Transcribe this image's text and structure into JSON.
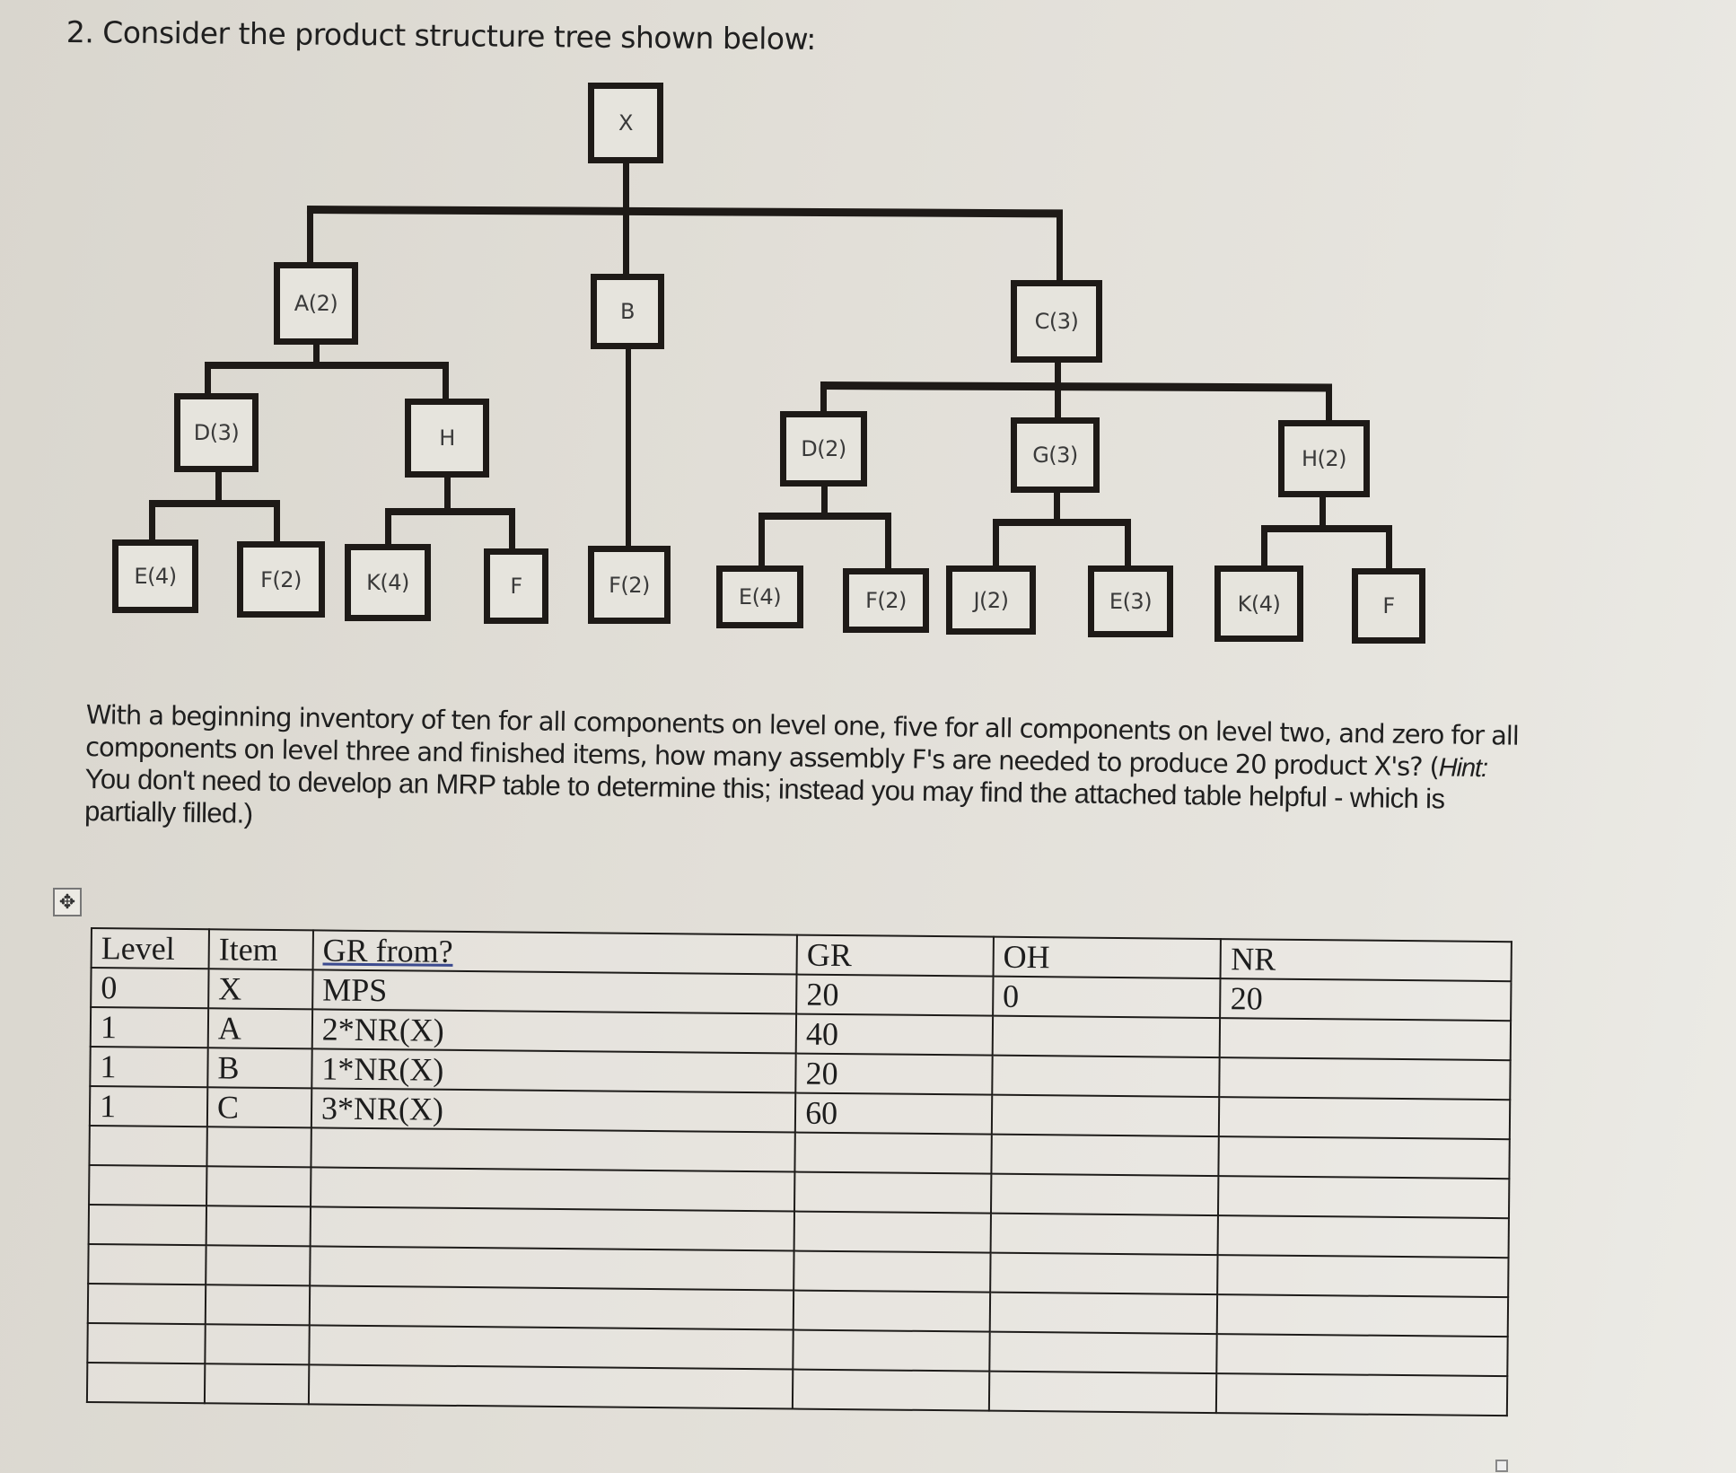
{
  "question": {
    "title": "2. Consider the product structure tree shown below:",
    "paragraph_lines": [
      "With a beginning inventory of ten for all components on level one, five for all components on level two, and zero for all",
      "components on level three and finished items, how many assembly F's are needed to produce 20 product X's? (Hint:",
      "You don't need to develop an MRP table to determine this; instead you may find the attached table helpful - which is",
      "partially filled.)"
    ],
    "line2_main": "components on level three and finished items, how many assembly F's are needed to produce 20 product X's? (",
    "line2_hint": "Hint:",
    "line3": "You don't need to develop an MRP table to determine this; instead you may find the attached table helpful - which is",
    "line4": "partially filled.)"
  },
  "tree": {
    "root": "X",
    "level1": [
      "A(2)",
      "B",
      "C(3)"
    ],
    "A_children": [
      "D(3)",
      "H"
    ],
    "D3_children": [
      "E(4)",
      "F(2)"
    ],
    "H_children": [
      "K(4)",
      "F"
    ],
    "B_children": [
      "F(2)"
    ],
    "C_children": [
      "D(2)",
      "G(3)",
      "H(2)"
    ],
    "D2_children": [
      "E(4)",
      "F(2)"
    ],
    "G3_children": [
      "J(2)",
      "E(3)"
    ],
    "H2_children": [
      "K(4)",
      "F"
    ]
  },
  "table": {
    "move_handle_icon": "✥",
    "headers": [
      "Level",
      "Item",
      "GR from?",
      "GR",
      "OH",
      "NR"
    ],
    "rows": [
      [
        "0",
        "X",
        "MPS",
        "20",
        "0",
        "20"
      ],
      [
        "1",
        "A",
        "2*NR(X)",
        "40",
        "",
        ""
      ],
      [
        "1",
        "B",
        "1*NR(X)",
        "20",
        "",
        ""
      ],
      [
        "1",
        "C",
        "3*NR(X)",
        "60",
        "",
        ""
      ],
      [
        "",
        "",
        "",
        "",
        "",
        ""
      ],
      [
        "",
        "",
        "",
        "",
        "",
        ""
      ],
      [
        "",
        "",
        "",
        "",
        "",
        ""
      ],
      [
        "",
        "",
        "",
        "",
        "",
        ""
      ],
      [
        "",
        "",
        "",
        "",
        "",
        ""
      ],
      [
        "",
        "",
        "",
        "",
        "",
        ""
      ],
      [
        "",
        "",
        "",
        "",
        "",
        ""
      ]
    ]
  }
}
